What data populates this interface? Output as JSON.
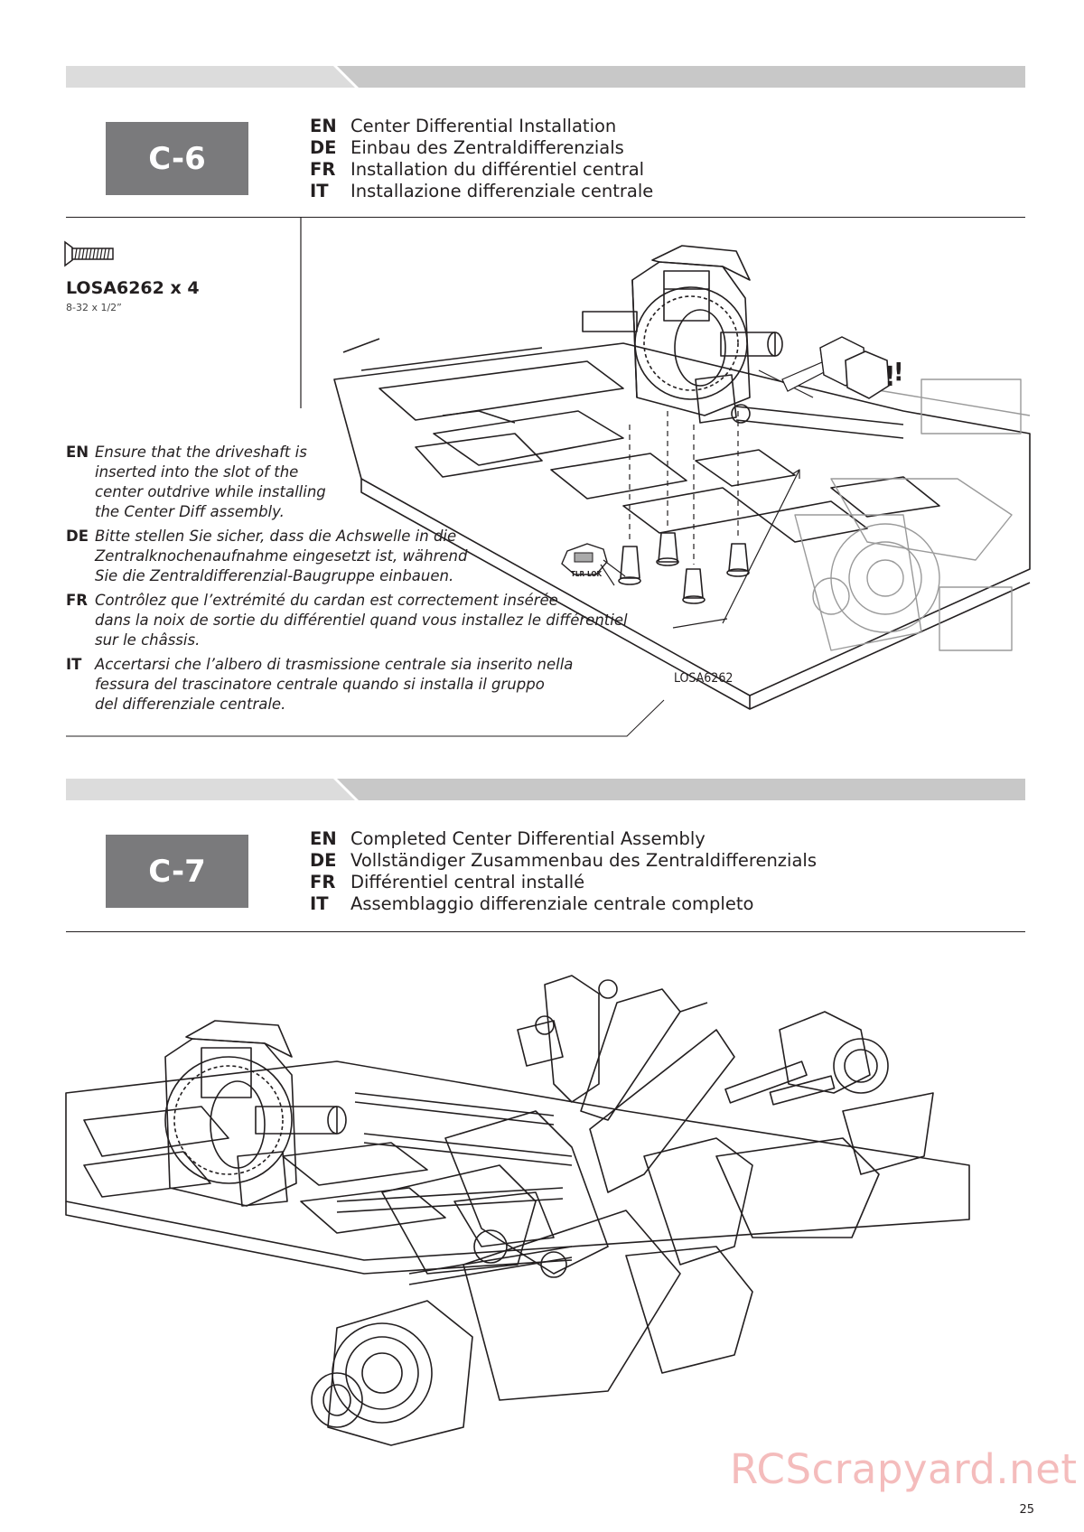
{
  "steps": [
    {
      "label": "C-6",
      "titles": [
        {
          "lang": "EN",
          "text": "Center Differential Installation"
        },
        {
          "lang": "DE",
          "text": "Einbau des Zentraldifferenzials"
        },
        {
          "lang": "FR",
          "text": "Installation du différentiel central"
        },
        {
          "lang": "IT",
          "text": "Installazione differenziale centrale"
        }
      ],
      "part": {
        "name": "LOSA6262 x 4",
        "size": "8-32 x 1/2”",
        "icon": "flat-head-screw-icon"
      },
      "notes": [
        {
          "lang": "EN",
          "lines": [
            "Ensure that the driveshaft is",
            "inserted into the slot of the",
            "center outdrive while installing",
            "the Center Diff assembly."
          ]
        },
        {
          "lang": "DE",
          "lines": [
            "Bitte stellen Sie sicher, dass die Achswelle in die",
            "Zentralknochenaufnahme eingesetzt ist, während",
            "Sie die Zentraldifferenzial-Baugruppe einbauen."
          ]
        },
        {
          "lang": "FR",
          "lines": [
            "Contrôlez que l’extrémité du cardan est correctement insérée",
            "dans la noix de sortie du différentiel quand vous installez le différentiel",
            "sur le châssis."
          ]
        },
        {
          "lang": "IT",
          "lines": [
            "Accertarsi che l’albero di trasmissione centrale sia inserito nella",
            "fessura del trascinatore centrale quando si installa il gruppo",
            "del differenziale centrale."
          ]
        }
      ],
      "callouts": {
        "screw": "LOSA6262",
        "threadlock": "TLR-LOK",
        "warning": "!"
      }
    },
    {
      "label": "C-7",
      "titles": [
        {
          "lang": "EN",
          "text": "Completed Center Differential Assembly"
        },
        {
          "lang": "DE",
          "text": "Vollständiger Zusammenbau des Zentraldifferenzials"
        },
        {
          "lang": "FR",
          "text": "Différentiel central installé"
        },
        {
          "lang": "IT",
          "text": "Assemblaggio differenziale centrale completo"
        }
      ]
    }
  ],
  "footer": {
    "page_number": "25",
    "watermark": "RCScrapyard.net"
  }
}
